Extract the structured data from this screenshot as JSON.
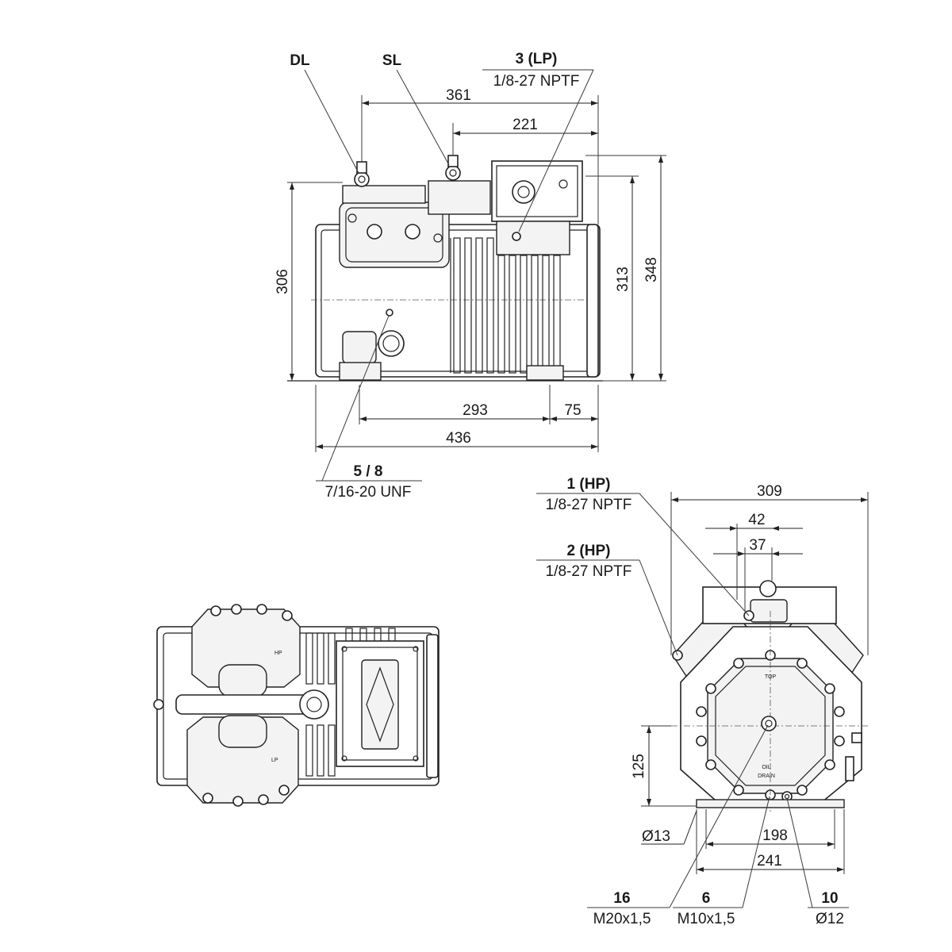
{
  "side_view": {
    "callouts": {
      "dl": "DL",
      "sl": "SL",
      "lp3_num": "3 (LP)",
      "lp3_thread": "1/8-27 NPTF",
      "oil58_num": "5 / 8",
      "oil58_thread": "7/16-20 UNF"
    },
    "dims": {
      "d361": "361",
      "d221": "221",
      "d306": "306",
      "d313": "313",
      "d348": "348",
      "d293": "293",
      "d75": "75",
      "d436": "436"
    }
  },
  "end_view": {
    "callouts": {
      "hp1_num": "1 (HP)",
      "hp1_thread": "1/8-27 NPTF",
      "hp2_num": "2 (HP)",
      "hp2_thread": "1/8-27 NPTF",
      "p16_num": "16",
      "p16_thread": "M20x1,5",
      "p6_num": "6",
      "p6_thread": "M10x1,5",
      "p10_num": "10",
      "p10_thread": "Ø12"
    },
    "dims": {
      "d309": "309",
      "d42": "42",
      "d37": "37",
      "d125": "125",
      "d13": "Ø13",
      "d198": "198",
      "d241": "241"
    },
    "plate_text": {
      "top": "TOP",
      "oil": "OIL",
      "drain": "DRAIN"
    }
  },
  "top_view": {
    "plate_text": {
      "lp": "LP",
      "hp": "HP"
    }
  }
}
